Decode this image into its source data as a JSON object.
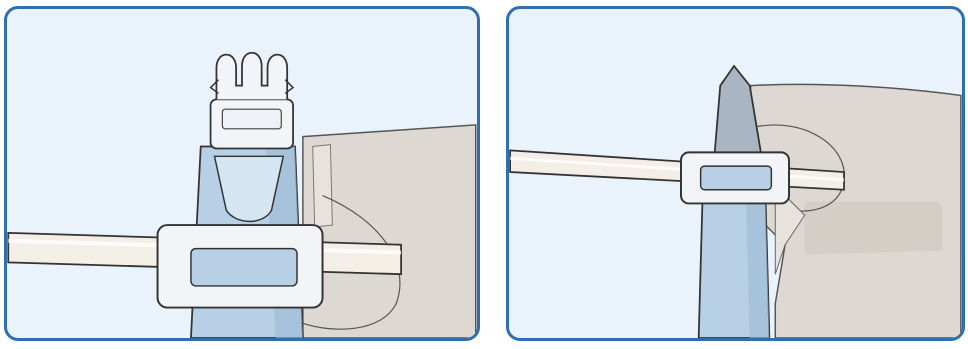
{
  "figure": {
    "panels": [
      {
        "id": "left",
        "illustration": "strap-with-buckle-and-loop-holding-tube"
      },
      {
        "id": "right",
        "illustration": "strap-through-loop-holding-tube-against-bag"
      }
    ]
  },
  "colors": {
    "frame": "#2f6fae",
    "panel_background": "#eaf3fb",
    "strap": "#b7d0e6",
    "strap_shadow": "#9dbbd6",
    "bag": "#ddd9d2",
    "bag_shadow": "#cbc6bd",
    "tube": "#f4efe6",
    "loop": "#f2f4f7",
    "outline": "#3a3a3a"
  }
}
